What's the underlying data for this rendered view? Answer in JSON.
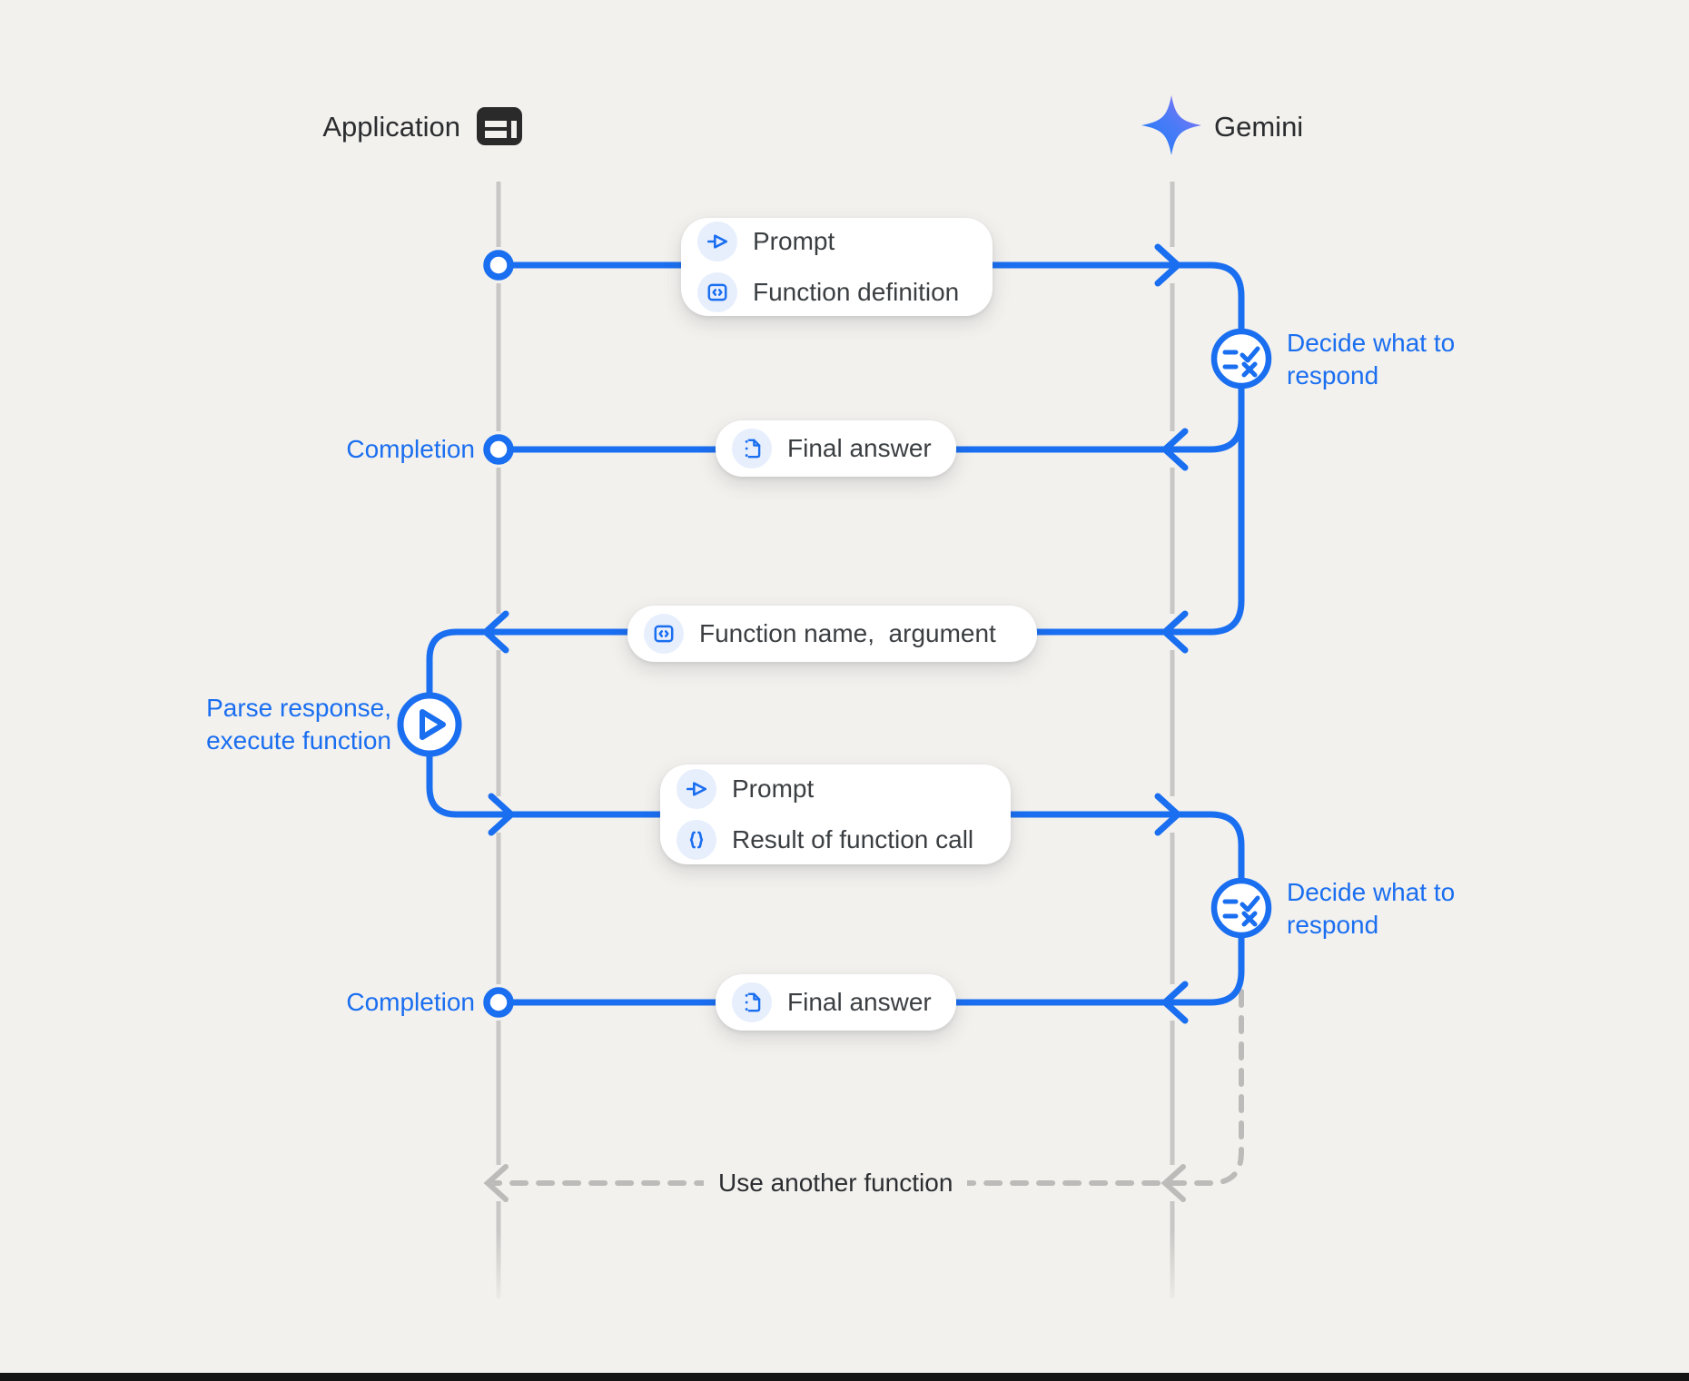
{
  "header": {
    "application_label": "Application",
    "gemini_label": "Gemini"
  },
  "pills": {
    "prompt_function_def": {
      "row1": "Prompt",
      "row2": "Function definition"
    },
    "final_answer_1": {
      "label": "Final answer"
    },
    "function_name_argument": {
      "label": "Function name,  argument"
    },
    "prompt_result": {
      "row1": "Prompt",
      "row2": "Result of function call"
    },
    "final_answer_2": {
      "label": "Final answer"
    }
  },
  "annotations": {
    "completion_1": "Completion",
    "completion_2": "Completion",
    "decide_1": "Decide what to respond",
    "decide_2": "Decide what to respond",
    "parse_execute": "Parse response, execute function",
    "use_another_function": "Use another function"
  },
  "icons": {
    "application": "browser-window-icon",
    "gemini": "gemini-star-icon",
    "prompt": "send-icon",
    "function_definition": "code-box-icon",
    "final_answer": "document-icon",
    "result_of_function_call": "code-braces-icon",
    "decide": "rule-check-x-icon",
    "parse": "play-icon"
  },
  "colors": {
    "accent_blue": "#1a6ef0",
    "badge_background": "#e7effd",
    "pill_text": "#3b3f42",
    "lifeline_gray": "#c8c7c5",
    "dashed_gray": "#bcbbb9",
    "background": "#f2f1ee"
  }
}
